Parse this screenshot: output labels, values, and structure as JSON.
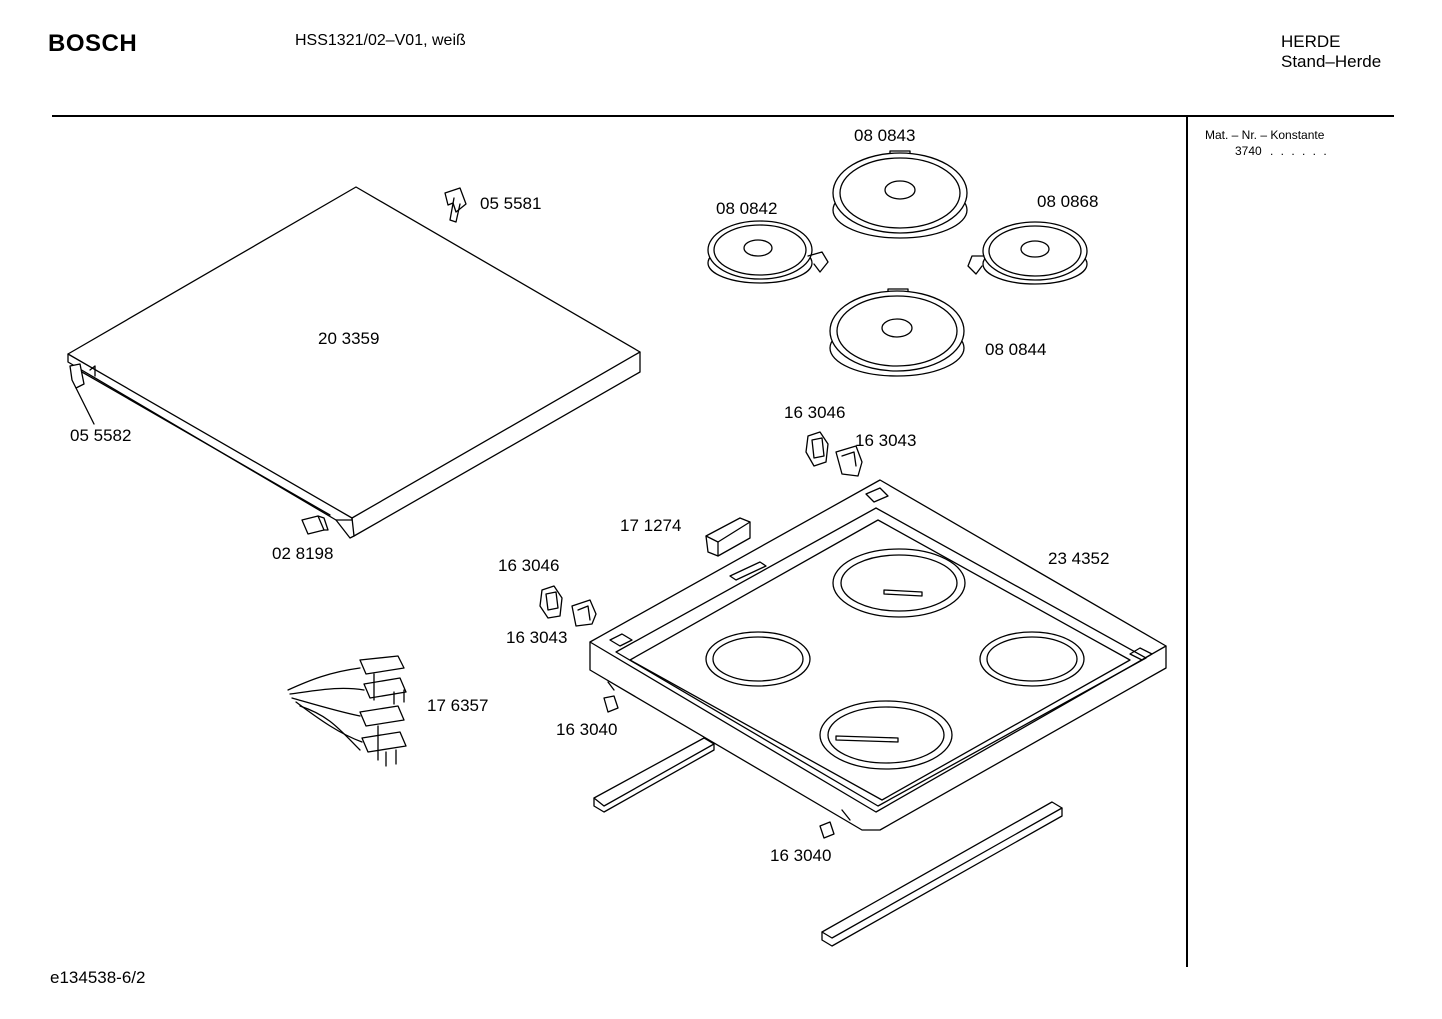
{
  "header": {
    "brand": "BOSCH",
    "model": "HSS1321/02–V01, weiß",
    "category": "HERDE",
    "subcategory": "Stand–Herde"
  },
  "sidebar": {
    "mat_header": "Mat. – Nr. – Konstante",
    "mat_value": "3740",
    "mat_dots": ". .   . . . ."
  },
  "footer": {
    "doc_id": "e134538-6/2"
  },
  "parts": [
    {
      "id": "cover-pin-top",
      "number": "05 5581"
    },
    {
      "id": "cover",
      "number": "20 3359"
    },
    {
      "id": "cover-pin-side",
      "number": "05 5582"
    },
    {
      "id": "cover-bracket",
      "number": "02 8198"
    },
    {
      "id": "hotplate-back",
      "number": "08 0843"
    },
    {
      "id": "hotplate-left",
      "number": "08 0842"
    },
    {
      "id": "hotplate-right",
      "number": "08 0868"
    },
    {
      "id": "hotplate-front",
      "number": "08 0844"
    },
    {
      "id": "clip-a-back",
      "number": "16 3046"
    },
    {
      "id": "clip-b-back",
      "number": "16 3043"
    },
    {
      "id": "handle",
      "number": "17 1274"
    },
    {
      "id": "hob-top",
      "number": "23 4352"
    },
    {
      "id": "clip-a-front",
      "number": "16 3046"
    },
    {
      "id": "clip-b-front",
      "number": "16 3043"
    },
    {
      "id": "wiring-harness",
      "number": "17 6357"
    },
    {
      "id": "fastener-left",
      "number": "16 3040"
    },
    {
      "id": "fastener-bottom",
      "number": "16 3040"
    }
  ]
}
